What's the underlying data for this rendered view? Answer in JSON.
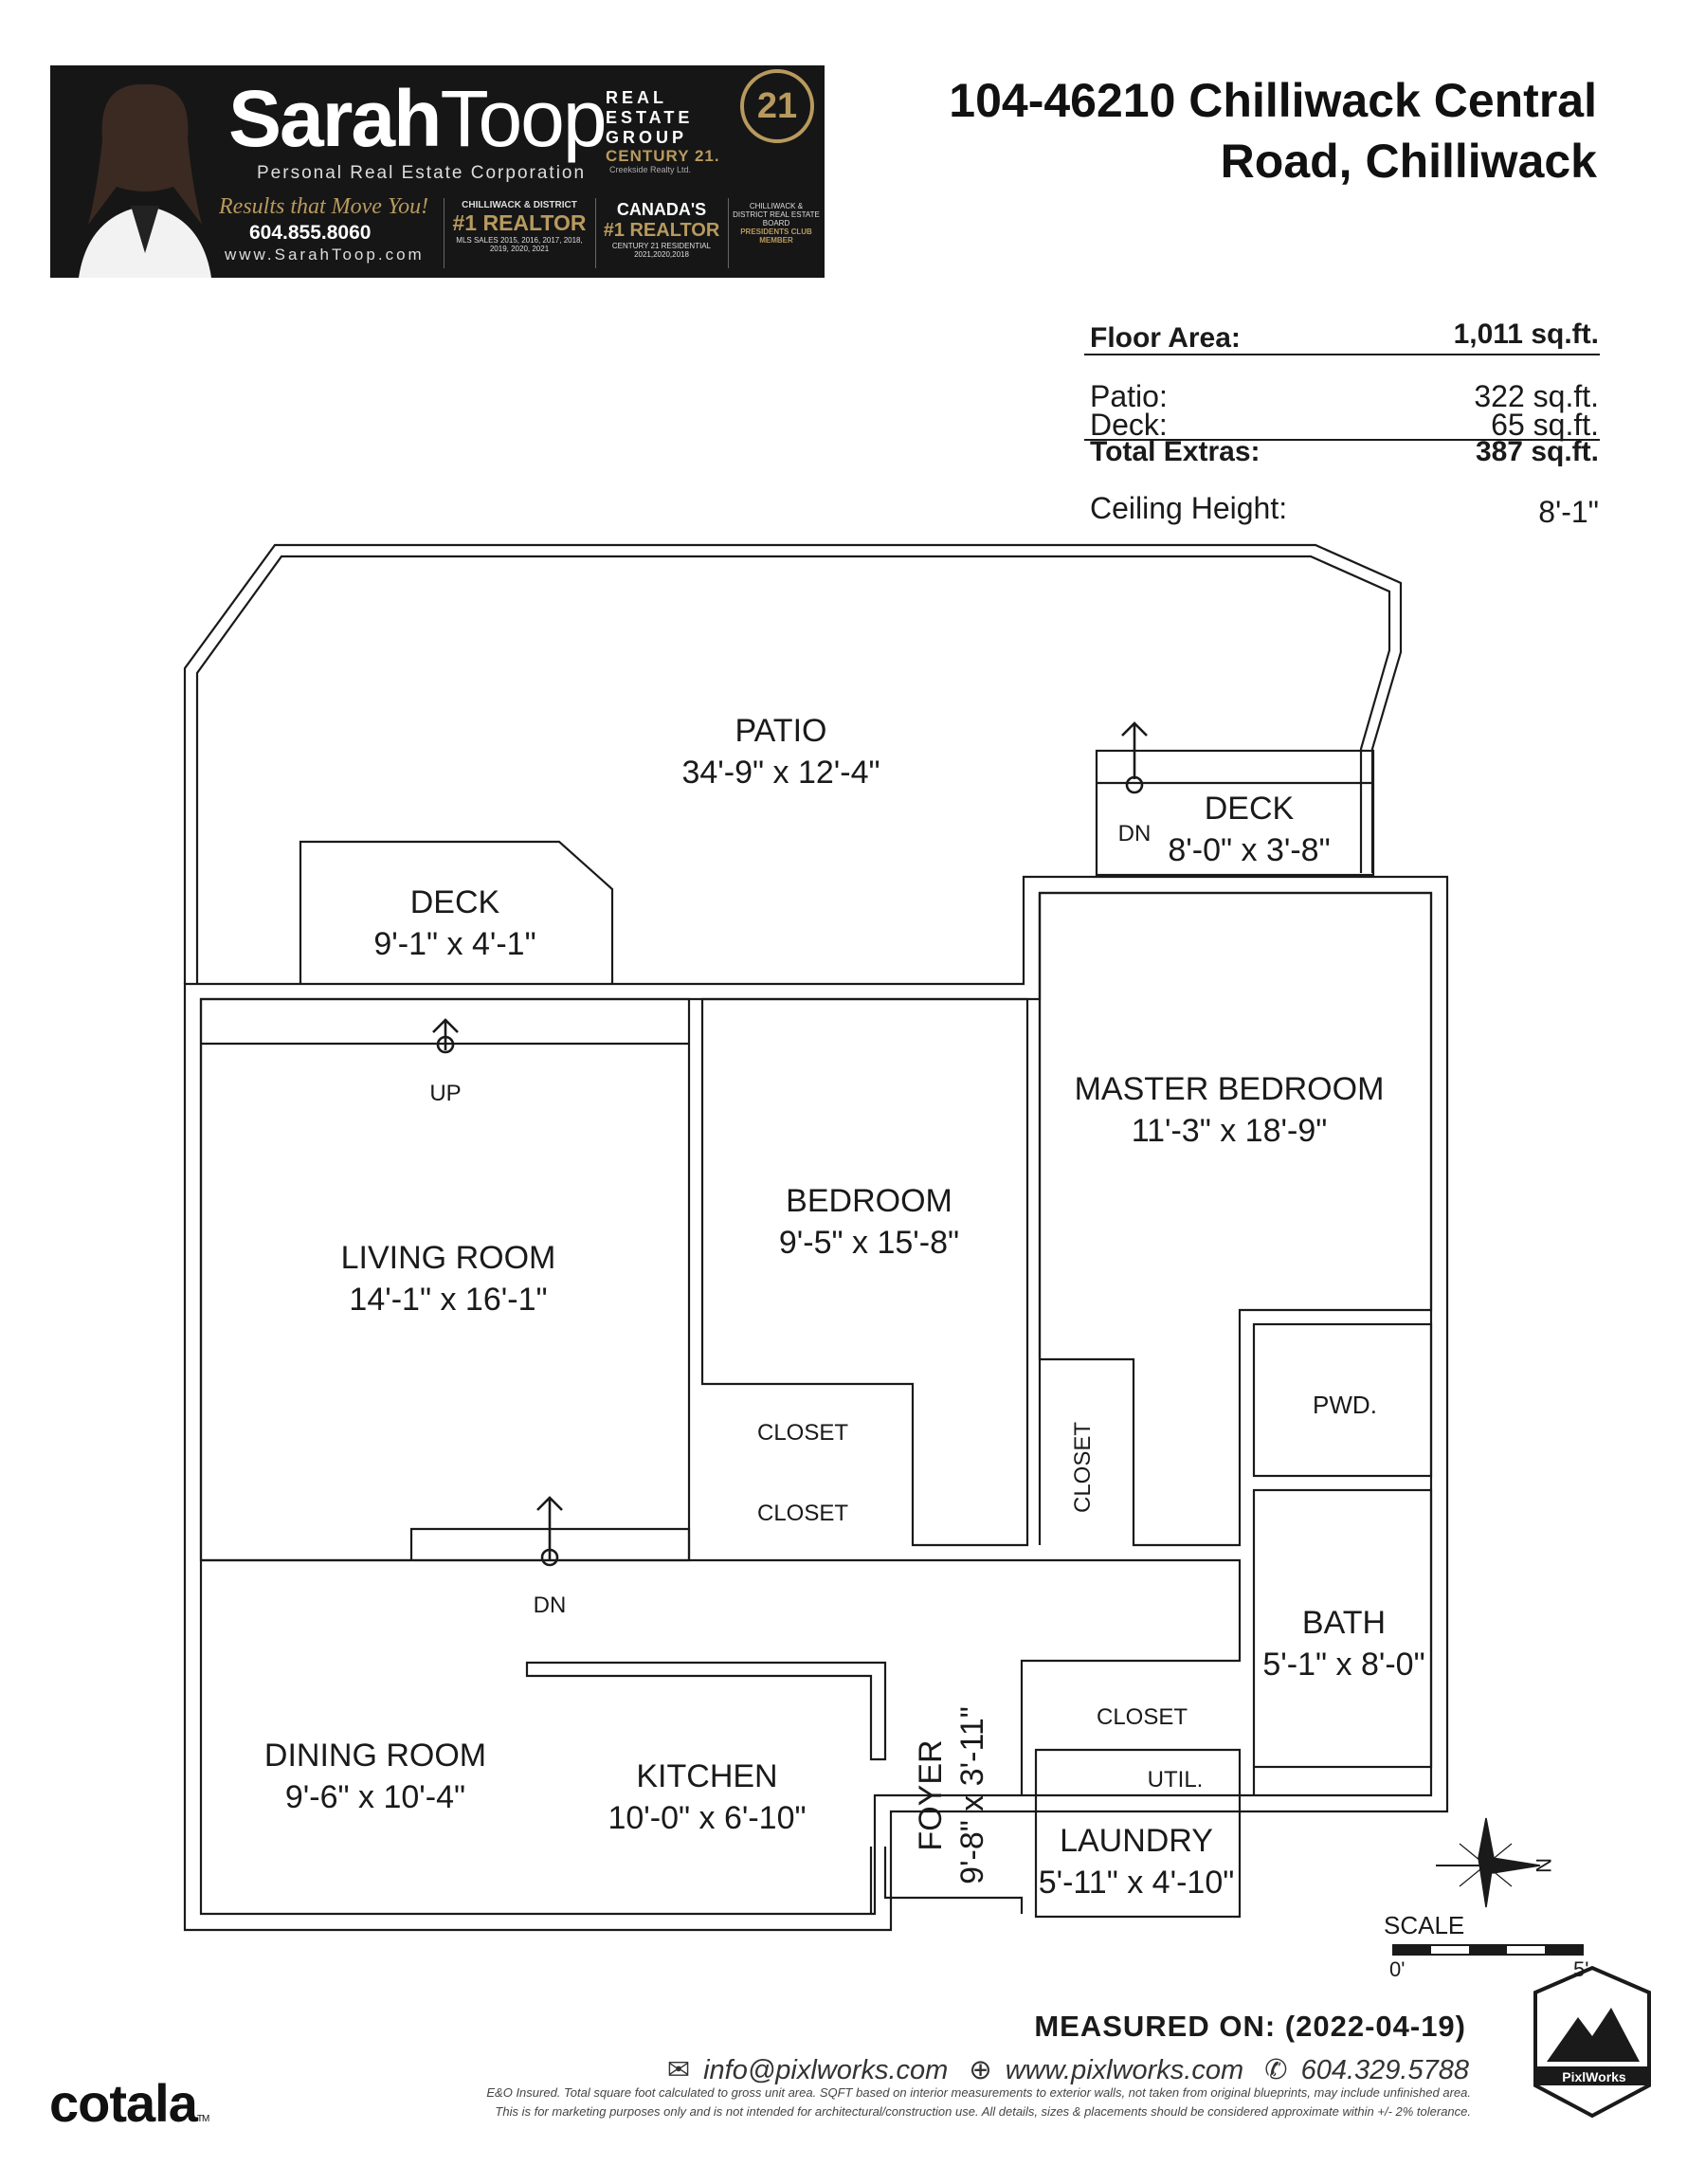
{
  "banner": {
    "name_bold": "Sarah",
    "name_thin": "Toop",
    "corporation": "Personal Real Estate Corporation",
    "group": "REAL ESTATE GROUP",
    "brand": "CENTURY 21.",
    "brand_sub": "Creekside Realty Ltd.",
    "logo": "21",
    "tagline": "Results that Move You!",
    "phone": "604.855.8060",
    "website": "www.SarahToop.com",
    "col1_top": "CHILLIWACK & DISTRICT",
    "col1_big": "#1 REALTOR",
    "col1_sub": "MLS SALES 2015, 2016, 2017, 2018, 2019, 2020, 2021",
    "col2_top": "CANADA'S",
    "col2_big": "#1 REALTOR",
    "col2_sub": "CENTURY 21 RESIDENTIAL 2021,2020,2018",
    "col3_text": "CHILLIWACK & DISTRICT REAL ESTATE BOARD",
    "col3_gold": "PRESIDENTS CLUB MEMBER"
  },
  "title": {
    "line1": "104-46210 Chilliwack Central",
    "line2": "Road, Chilliwack"
  },
  "areas": {
    "floor_label": "Floor Area:",
    "floor_value": "1,011 sq.ft.",
    "patio_label": "Patio:",
    "patio_value": "322 sq.ft.",
    "deck_label": "Deck:",
    "deck_value": "65 sq.ft.",
    "total_label": "Total Extras:",
    "total_value": "387 sq.ft.",
    "ceiling_label": "Ceiling Height:",
    "ceiling_value": "8'-1\""
  },
  "rooms": {
    "patio": {
      "name": "PATIO",
      "dims": "34'-9\" x 12'-4\""
    },
    "deck_right": {
      "name": "DECK",
      "dims": "8'-0\" x 3'-8\""
    },
    "deck_left": {
      "name": "DECK",
      "dims": "9'-1\" x  4'-1\""
    },
    "master": {
      "name": "MASTER BEDROOM",
      "dims": "11'-3\" x 18'-9\""
    },
    "bedroom": {
      "name": "BEDROOM",
      "dims": "9'-5\" x 15'-8\""
    },
    "living": {
      "name": "LIVING ROOM",
      "dims": "14'-1\" x 16'-1\""
    },
    "pwd": {
      "name": "PWD."
    },
    "closet1": {
      "name": "CLOSET"
    },
    "closet2": {
      "name": "CLOSET"
    },
    "closet3": {
      "name": "CLOSET"
    },
    "closet4": {
      "name": "CLOSET"
    },
    "bath": {
      "name": "BATH",
      "dims": "5'-1\" x 8'-0\""
    },
    "dining": {
      "name": "DINING ROOM",
      "dims": "9'-6\"  x 10'-4\""
    },
    "kitchen": {
      "name": "KITCHEN",
      "dims": "10'-0\" x 6'-10\""
    },
    "foyer": {
      "name": "FOYER",
      "dims": "9'-8\" x 3'-11\""
    },
    "util": {
      "name": "UTIL."
    },
    "laundry": {
      "name": "LAUNDRY",
      "dims": "5'-11\" x 4'-10\""
    }
  },
  "stairs": {
    "dn_deck": "DN",
    "up_living": "UP",
    "dn_living": "DN"
  },
  "legend": {
    "north": "N",
    "scale": "SCALE",
    "scale_start": "0'",
    "scale_end": "5'"
  },
  "footer": {
    "measured": "MEASURED ON: (2022-04-19)",
    "email": "info@pixlworks.com",
    "web": "www.pixlworks.com",
    "phone": "604.329.5788",
    "fine1": "E&O Insured.  Total square foot calculated to gross unit area. SQFT based on interior measurements to exterior walls, not taken from original blueprints, may include unfinished area.",
    "fine2": "This is for marketing purposes only and is not intended for architectural/construction use.  All details, sizes & placements should be considered approximate within +/- 2%  tolerance.",
    "cotala": "cotala",
    "cotala_tm": "TM",
    "badge": "PixlWorks"
  }
}
